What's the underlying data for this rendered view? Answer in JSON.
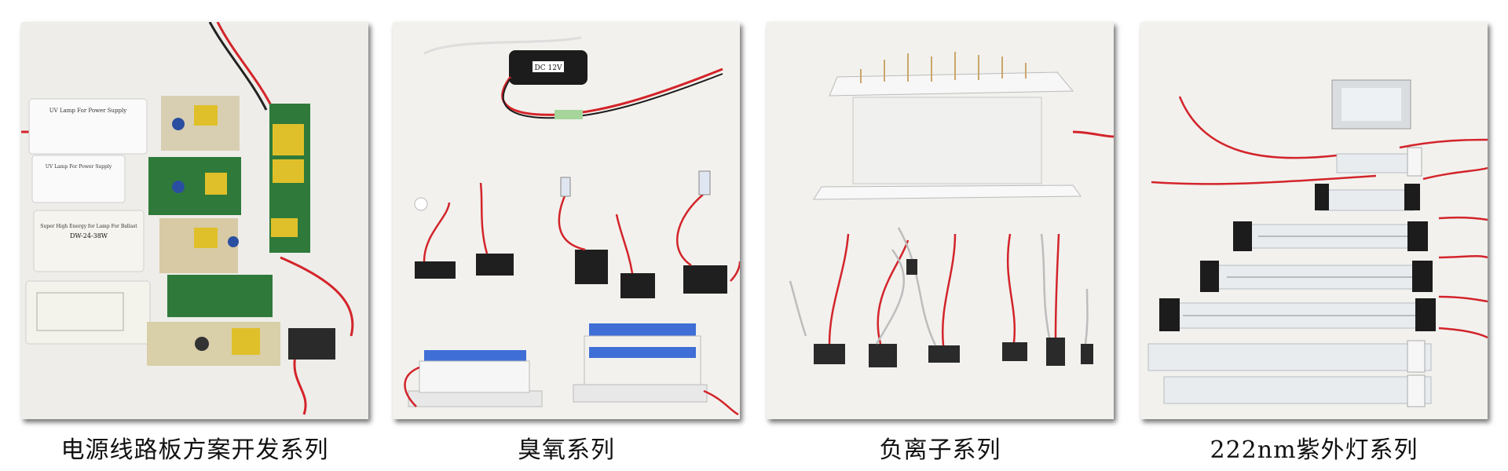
{
  "panels": [
    {
      "caption": "电源线路板方案开发系列",
      "labels": {
        "box1": "UV Lamp For Power Supply",
        "box2": "UV Lamp For Power Supply",
        "box3": "Super High Energy for Lamp For Ballast",
        "box3_model": "DW-24-38W"
      }
    },
    {
      "caption": "臭氧系列",
      "labels": {
        "module": "DC 12V"
      }
    },
    {
      "caption": "负离子系列"
    },
    {
      "caption": "222nm紫外灯系列"
    }
  ],
  "colors": {
    "wire_red": "#d3242a",
    "pcb_green": "#2f7a3a",
    "ceramic_blue": "#3f6fd6"
  }
}
